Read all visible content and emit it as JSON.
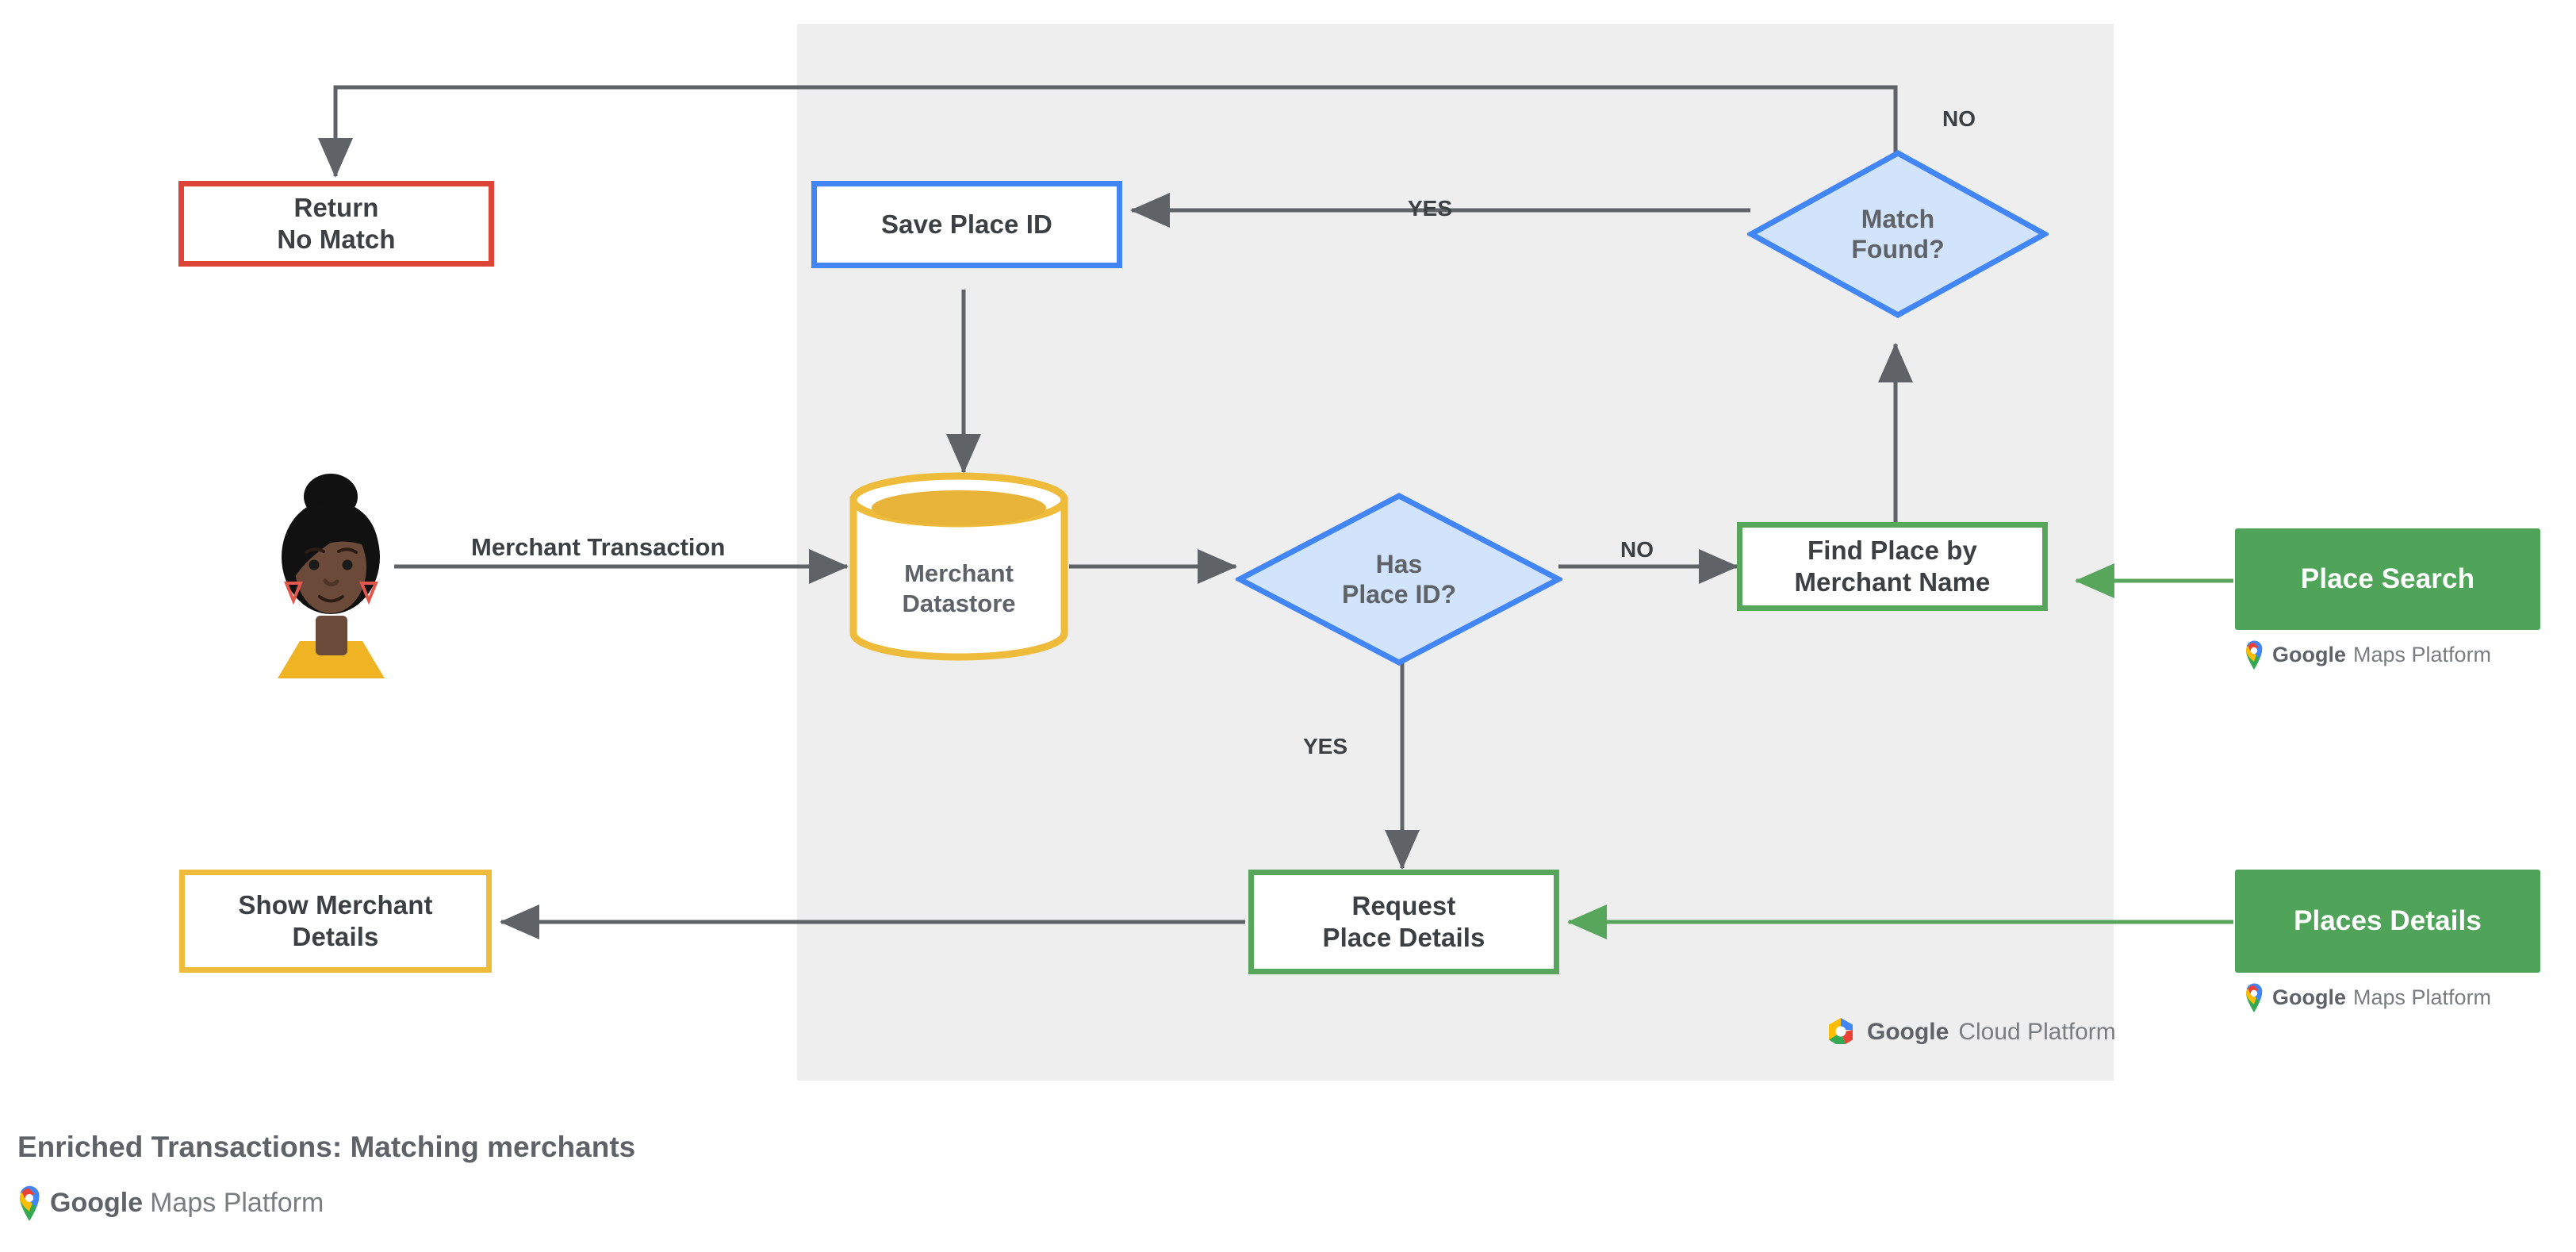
{
  "diagram": {
    "caption": "Enriched Transactions: Matching merchants",
    "panel_label": "Google Cloud Platform",
    "colors": {
      "panel_bg": "#EEEEEE",
      "red": "#DB4437",
      "blue": "#4285F4",
      "blue_fill": "#D2E3FC",
      "green": "#58A55C",
      "green_fill": "#4FA45A",
      "yellow": "#EFBB3A",
      "connector": "#5F6368",
      "text": "#3C4043"
    },
    "nodes": {
      "return_no_match": {
        "line1": "Return",
        "line2": "No Match"
      },
      "save_place_id": {
        "line1": "Save Place ID"
      },
      "match_found": {
        "line1": "Match",
        "line2": "Found?"
      },
      "merchant_datastore": {
        "line1": "Merchant",
        "line2": "Datastore"
      },
      "has_place_id": {
        "line1": "Has",
        "line2": "Place ID?"
      },
      "find_place": {
        "line1": "Find Place by",
        "line2": "Merchant Name"
      },
      "request_details": {
        "line1": "Request",
        "line2": "Place Details"
      },
      "show_merchant": {
        "line1": "Show Merchant",
        "line2": "Details"
      },
      "place_search": {
        "line1": "Place Search"
      },
      "places_details": {
        "line1": "Places Details"
      }
    },
    "edge_labels": {
      "merchant_transaction": "Merchant Transaction",
      "has_place_id_no": "NO",
      "has_place_id_yes": "YES",
      "match_found_yes": "YES",
      "match_found_no": "NO"
    },
    "logos": {
      "maps_platform_google": "Google",
      "maps_platform_suffix": "Maps Platform",
      "cloud_platform_google": "Google",
      "cloud_platform_suffix": "Cloud Platform"
    },
    "icons": {
      "avatar": "person-avatar-icon",
      "maps_pin": "google-maps-pin-icon",
      "cloud_hex": "google-cloud-hexagon-icon"
    }
  }
}
